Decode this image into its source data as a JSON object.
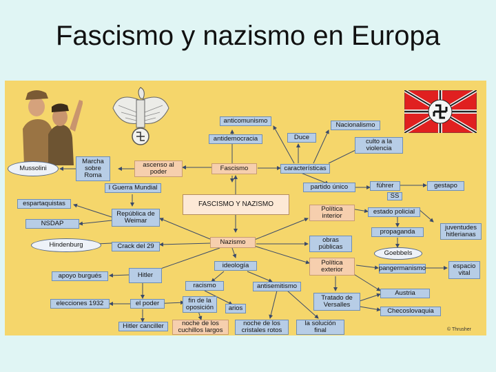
{
  "title": "Fascismo y nazismo en Europa",
  "nodes": {
    "anticomunismo": "anticomunismo",
    "nacionalismo": "Nacionalismo",
    "antidemocracia": "antidemocracia",
    "duce": "Duce",
    "culto": "culto a la violencia",
    "marcha": "Marcha sobre Roma",
    "ascenso": "ascenso al poder",
    "fascismo": "Fascismo",
    "caracteristicas": "características",
    "mussolini": "Mussolini",
    "guerra": "I Guerra Mundial",
    "partido": "partido único",
    "fuhrer": "führer",
    "gestapo": "gestapo",
    "ss": "SS",
    "espartaquistas": "espartaquistas",
    "center": "FASCISMO Y NAZISMO",
    "politica_interior": "Política interior",
    "estado_policial": "estado policial",
    "republica": "República de Weimar",
    "nsdap": "NSDAP",
    "propaganda": "propaganda",
    "juventudes": "juventudes hitlerianas",
    "hindenburg": "Hindenburg",
    "crack": "Crack del 29",
    "nazismo": "Nazismo",
    "obras": "obras públicas",
    "goebbels": "Goebbels",
    "ideologia": "ideología",
    "politica_exterior": "Política exterior",
    "pangermanismo": "pangermanismo",
    "espacio": "espacio vital",
    "apoyo": "apoyo burgués",
    "hitler": "Hitler",
    "racismo": "racismo",
    "antisemitismo": "antisemitismo",
    "austria": "Austria",
    "fin_oposicion": "fin de la oposición",
    "tratado": "Tratado de Versalles",
    "elecciones": "elecciones 1932",
    "el_poder": "el poder",
    "arios": "arios",
    "checoslovaquia": "Checoslovaquia",
    "hitler_canciller": "Hitler canciller",
    "noche_cuchillos": "noche de los cuchillos largos",
    "noche_cristales": "noche de los cristales rotos",
    "solucion": "la solución final",
    "credit": "© Thrusher"
  },
  "colors": {
    "panel": "#f5d66b",
    "blue_box": "#b7cde6",
    "peach_box": "#f6cfae",
    "line": "#3a4a6a",
    "flag_red": "#e02020"
  },
  "images": [
    "dictators-photo",
    "eagle-emblem",
    "swastika-flag"
  ]
}
